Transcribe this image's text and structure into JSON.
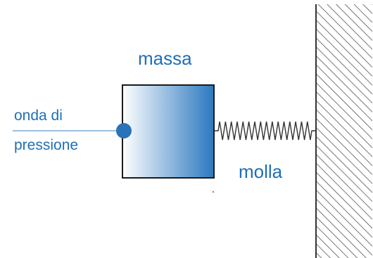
{
  "labels": {
    "mass": "massa",
    "wave_line1": "onda di",
    "wave_line2": "pressione",
    "spring": "molla"
  },
  "colors": {
    "label_text": "#1f6fb7",
    "mass_gradient_start": "#ffffff",
    "mass_gradient_end": "#2b78c0",
    "mass_border": "#1a1a1a",
    "contact_dot": "#2a73b8",
    "pressure_line": "#7fa9d4",
    "spring": "#333333",
    "wall_hatch": "#555555",
    "wall_border": "#333333"
  },
  "icons": {
    "contact_point": "filled-circle",
    "spring": "zigzag-coil",
    "wall": "hatched-wall"
  }
}
